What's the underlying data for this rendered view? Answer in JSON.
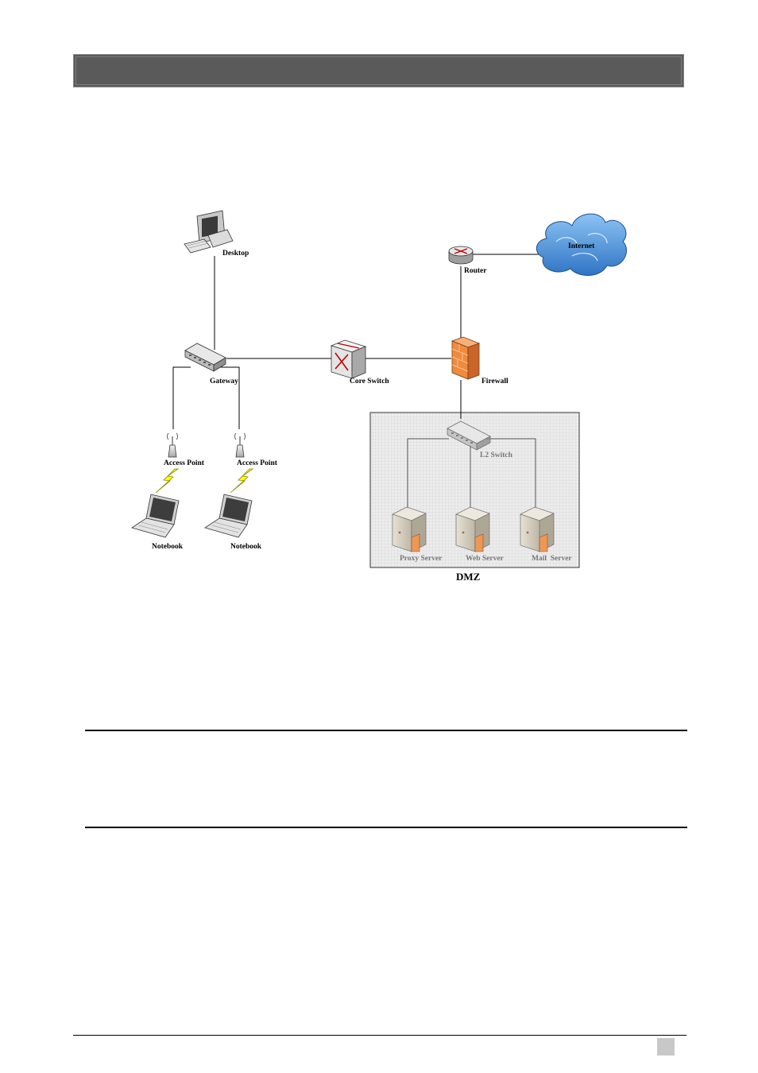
{
  "header": {
    "title": ""
  },
  "diagram": {
    "nodes": {
      "desktop": "Desktop",
      "router": "Router",
      "internet": "Internet",
      "gateway": "Gateway",
      "core_switch": "Core Switch",
      "firewall": "Firewall",
      "access_point_1": "Access Point",
      "access_point_2": "Access Point",
      "notebook_1": "Notebook",
      "notebook_2": "Notebook",
      "l2_switch": "L2 Switch",
      "proxy_server": "Proxy Server",
      "web_server": "Web Server",
      "mail_server": "Mail  Server"
    },
    "zone_label": "DMZ",
    "colors": {
      "header_bar": "#5a5a5a",
      "cloud": "#4a8fd8",
      "firewall": "#f08a3c",
      "lightning": "#ffff00",
      "router_arrows": "#c00000",
      "dmz_background": "#e6e6e6"
    }
  },
  "footer": {
    "page_number": ""
  }
}
